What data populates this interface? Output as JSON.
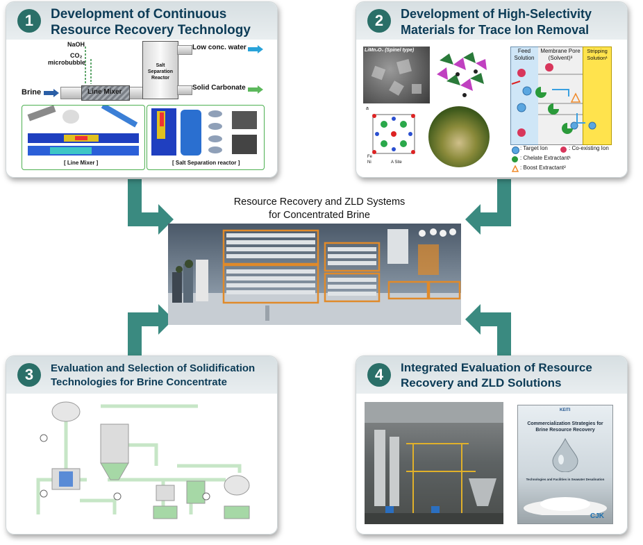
{
  "colors": {
    "accent": "#2a6f68",
    "title": "#0c3b56",
    "arrow": "#3a8a80"
  },
  "center": {
    "title_line1": "Resource Recovery and ZLD Systems",
    "title_line2": "for Concentrated Brine"
  },
  "panel1": {
    "number": "1",
    "title_line1": "Development of Continuous",
    "title_line2": "Resource Recovery Technology",
    "naoh": "NaOH",
    "co2": "CO₂",
    "microbubble": "microbubble",
    "brine": "Brine",
    "line_mixer": "Line Mixer",
    "reactor_line1": "Salt",
    "reactor_line2": "Separation",
    "reactor_line3": "Reactor",
    "low_conc": "Low conc. water",
    "solid_carbonate": "Solid Carbonate",
    "caption_left": "[ Line Mixer ]",
    "caption_right": "[ Salt Separation reactor ]"
  },
  "panel2": {
    "number": "2",
    "title_line1": "Development of High-Selectivity",
    "title_line2": "Materials for Trace Ion Removal",
    "sem_label": "LiMn₂O₄ (Spinel type)",
    "crystal_a": "a",
    "legend_fe": "Fe",
    "legend_ni": "Ni",
    "legend_asite": "A Site",
    "feed": "Feed Solution",
    "membrane": "Membrane Pore (Solvent)³",
    "stripping": "Stripping Solution¹",
    "target_ion": ": Target Ion",
    "coexisting": ": Co-existing Ion",
    "chelate": ": Chelate Extractant¹",
    "boost": ": Boost Extractant²"
  },
  "panel3": {
    "number": "3",
    "title_line1": "Evaluation and Selection of Solidification",
    "title_line2": "Technologies for Brine Concentrate"
  },
  "panel4": {
    "number": "4",
    "title_line1": "Integrated Evaluation of Resource",
    "title_line2": "Recovery and ZLD Solutions",
    "cover_title1": "Commercialization Strategies for",
    "cover_title2": "Brine Resource Recovery",
    "cover_sub": "Technologies and Facilities in Seawater Desalination",
    "cover_brand": "CJK",
    "cover_logo": "KEITI"
  }
}
